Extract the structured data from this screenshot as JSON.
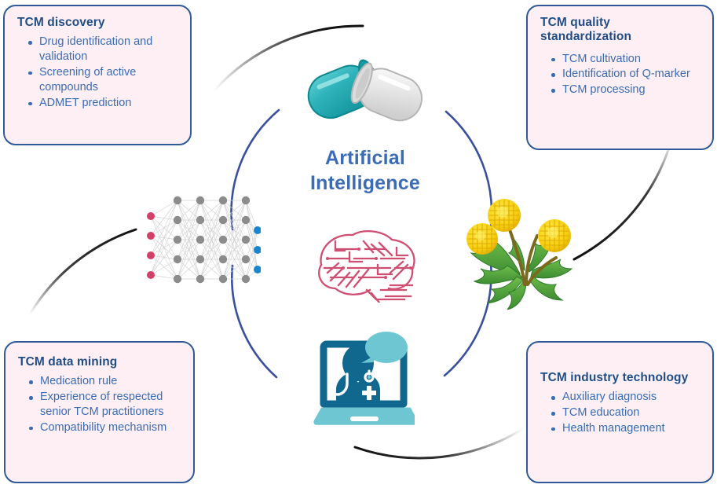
{
  "center": {
    "title_line1": "Artificial",
    "title_line2": "Intelligence",
    "title_color": "#3b6cb5"
  },
  "theme": {
    "box_fill": "#fdeff4",
    "box_border": "#2f5a97",
    "heading_color": "#1f4e87",
    "body_color": "#3a6cb6",
    "ring_color": "#3a4f9e",
    "arrow_color": "#111111"
  },
  "boxes": [
    {
      "id": "tcm-discovery",
      "position": "top-left",
      "title": "TCM discovery",
      "items": [
        "Drug identification and validation",
        "Screening of active compounds",
        "ADMET prediction"
      ]
    },
    {
      "id": "tcm-quality-standardization",
      "position": "top-right",
      "title": "TCM quality standardization",
      "items": [
        "TCM cultivation",
        "Identification of Q-marker",
        "TCM processing"
      ]
    },
    {
      "id": "tcm-data-mining",
      "position": "bottom-left",
      "title": "TCM data mining",
      "items": [
        "Medication rule",
        "Experience of respected senior TCM practitioners",
        "Compatibility mechanism"
      ]
    },
    {
      "id": "tcm-industry-technology",
      "position": "bottom-right",
      "title": "TCM industry technology",
      "items": [
        "Auxiliary diagnosis",
        "TCM education",
        "Health management"
      ]
    }
  ],
  "icons": [
    {
      "name": "capsule-pill-icon",
      "label": "capsule pills",
      "colors": [
        "#3cb6bd",
        "#e3e3e3"
      ]
    },
    {
      "name": "circuit-brain-icon",
      "label": "circuit board brain",
      "colors": [
        "#cf4f72"
      ]
    },
    {
      "name": "neural-network-icon",
      "label": "neural network",
      "colors": [
        "#d43f68",
        "#8a8a8a",
        "#1a85cf"
      ]
    },
    {
      "name": "dandelion-plant-icon",
      "label": "dandelion herb plant",
      "colors": [
        "#f5d615",
        "#4c9a3f"
      ]
    },
    {
      "name": "telemedicine-icon",
      "label": "laptop doctor consultation",
      "colors": [
        "#11688f",
        "#6ec6d2"
      ]
    }
  ],
  "network": {
    "input_nodes": 4,
    "hidden_columns": 4,
    "hidden_nodes_per_column": 5,
    "output_nodes": 3
  }
}
